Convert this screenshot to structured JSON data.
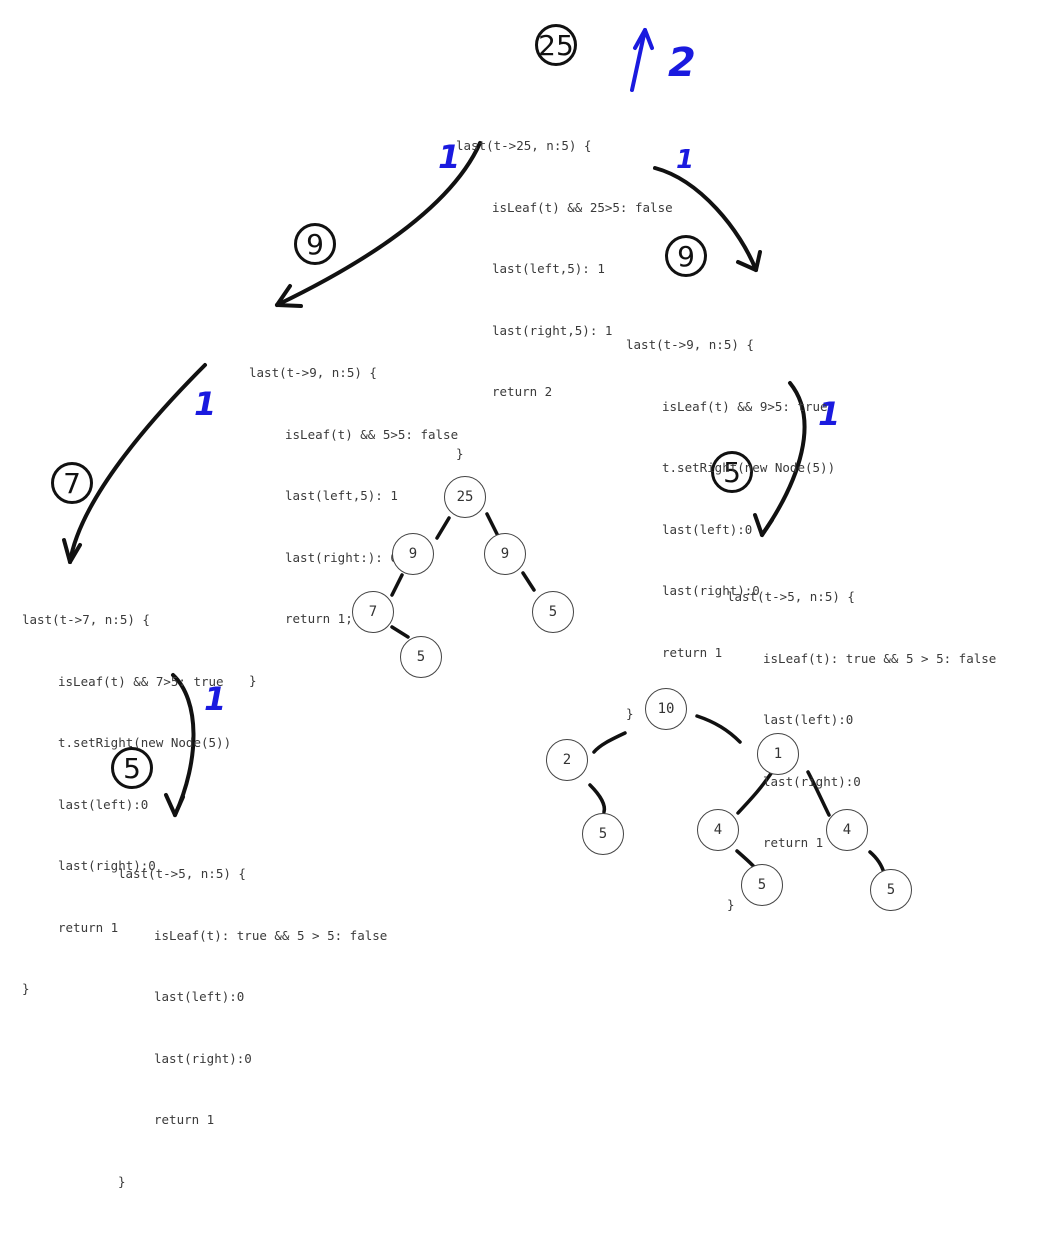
{
  "blocks": {
    "root": {
      "header": "last(t->25, n:5) {",
      "lines": [
        "isLeaf(t) && 25>5: false",
        "last(left,5): 1",
        "last(right,5): 1",
        "return 2"
      ],
      "close": "}"
    },
    "left9": {
      "header": "last(t->9, n:5) {",
      "lines": [
        "isLeaf(t) && 5>5: false",
        "last(left,5): 1",
        "last(right:): 0",
        "return 1;"
      ],
      "close": "}"
    },
    "right9": {
      "header": "last(t->9, n:5) {",
      "lines": [
        "isLeaf(t) && 9>5: true",
        "t.setRight(new Node(5))",
        "last(left):0",
        "last(right):0",
        "return 1"
      ],
      "close": "}"
    },
    "left7": {
      "header": "last(t->7, n:5) {",
      "lines": [
        "isLeaf(t) && 7>5: true",
        "t.setRight(new Node(5))",
        "last(left):0",
        "last(right):0",
        "return 1"
      ],
      "close": "}"
    },
    "right5": {
      "header": "last(t->5, n:5) {",
      "lines": [
        "isLeaf(t): true && 5 > 5: false",
        "last(left):0",
        "last(right):0",
        "return 1"
      ],
      "close": "}"
    },
    "bottom5": {
      "header": "last(t->5, n:5) {",
      "lines": [
        "isLeaf(t): true && 5 > 5: false",
        "last(left):0",
        "last(right):0",
        "return 1"
      ],
      "close": "}"
    }
  },
  "circle_labels": {
    "root": "25",
    "left9": "9",
    "right9": "9",
    "left7": "7",
    "right5": "5",
    "bottom5": "5"
  },
  "annotations": {
    "top_return": "2",
    "left_arrow": "1",
    "right_arrow": "1",
    "left9_arrow": "1",
    "right9_arrow": "1",
    "left7_arrow": "1"
  },
  "tree1": {
    "n25": "25",
    "n9a": "9",
    "n9b": "9",
    "n7": "7",
    "n5a": "5",
    "n5b": "5"
  },
  "tree2": {
    "n10": "10",
    "n2": "2",
    "n1": "1",
    "n5a": "5",
    "n4a": "4",
    "n4b": "4",
    "n5b": "5",
    "n5c": "5"
  },
  "colors": {
    "ink": "#111111",
    "annotation": "#1a1adf",
    "code": "#3a3a3a"
  }
}
